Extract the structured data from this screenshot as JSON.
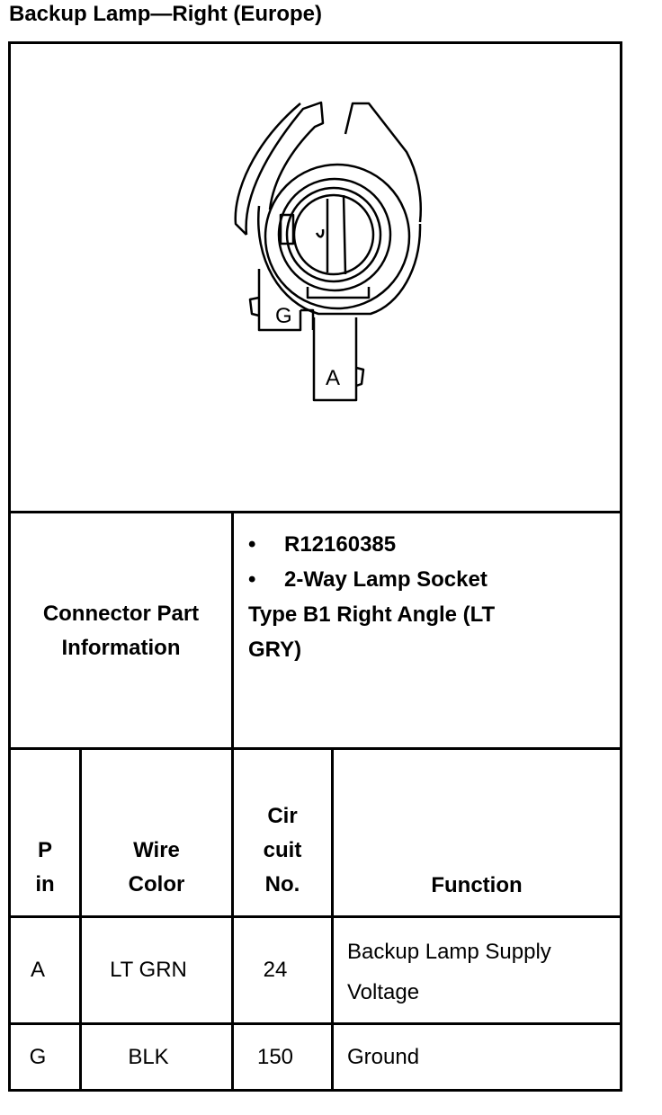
{
  "page_title": "Backup Lamp—Right (Europe)",
  "diagram": {
    "pin_labels": [
      "G",
      "A"
    ]
  },
  "connector_info": {
    "label_line1": "Connector Part",
    "label_line2": "Information",
    "bullet_1": "R12160385",
    "bullet_2_line1": "2-Way Lamp Socket",
    "bullet_2_line2": "Type B1 Right Angle (LT",
    "bullet_2_line3": "GRY)",
    "bullet_char": "•"
  },
  "table": {
    "headers": {
      "pin_line1": "P",
      "pin_line2": "in",
      "wire_line1": "Wire",
      "wire_line2": "Color",
      "circuit_line1": "Cir",
      "circuit_line2": "cuit",
      "circuit_line3": "No.",
      "function": "Function"
    },
    "rows": [
      {
        "pin": "A",
        "wire_color": "LT GRN",
        "circuit": "24",
        "function_line1": "Backup Lamp Supply",
        "function_line2": "Voltage"
      },
      {
        "pin": "G",
        "wire_color": "BLK",
        "circuit": "150",
        "function_line1": "Ground",
        "function_line2": ""
      }
    ]
  }
}
